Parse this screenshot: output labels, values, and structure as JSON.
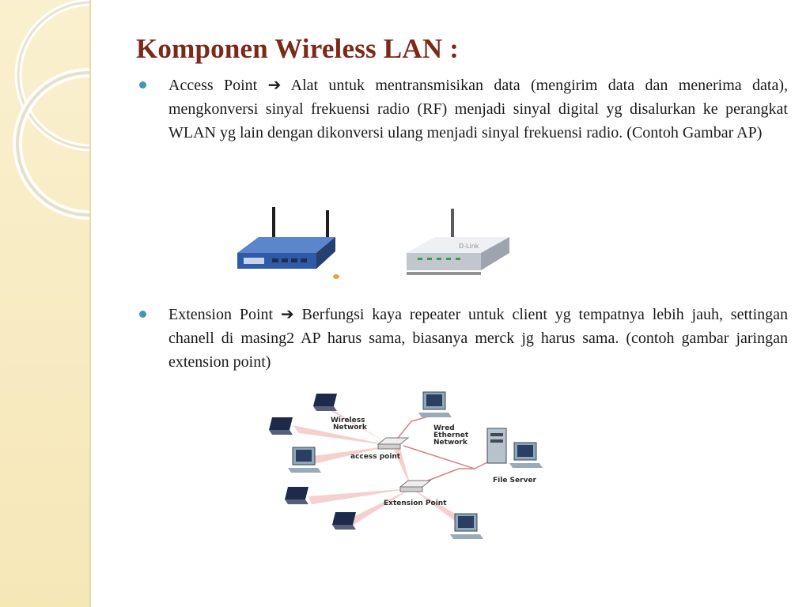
{
  "slide": {
    "title": "Komponen Wireless LAN :",
    "bullets": [
      {
        "lead": "Access Point",
        "arrow": "➔",
        "text": "Alat untuk mentransmisikan data (mengirim data dan menerima data), mengkonversi sinyal frekuensi radio (RF) menjadi sinyal digital  yg disalurkan ke perangkat WLAN yg lain dengan dikonversi ulang menjadi sinyal frekuensi radio. (Contoh Gambar AP)"
      },
      {
        "lead": "Extension Point",
        "arrow": "➔",
        "text": "Berfungsi kaya repeater untuk client yg tempatnya lebih jauh, settingan chanell  di masing2 AP harus sama, biasanya merck jg harus sama. (contoh gambar  jaringan extension point)"
      }
    ]
  },
  "diagram": {
    "labels": {
      "wireless_network": [
        "Wireless",
        "Network"
      ],
      "wired_network": [
        "Wred",
        "Ethernet",
        "Network"
      ],
      "access_point": "access point",
      "extension_point": "Extension Point",
      "file_server": "File Server"
    }
  },
  "colors": {
    "title": "#7b2a1a",
    "bullet": "#3f97b4",
    "side_strip": "#f8ebc3",
    "signal": "#e88a8a",
    "wire": "#d98080"
  }
}
